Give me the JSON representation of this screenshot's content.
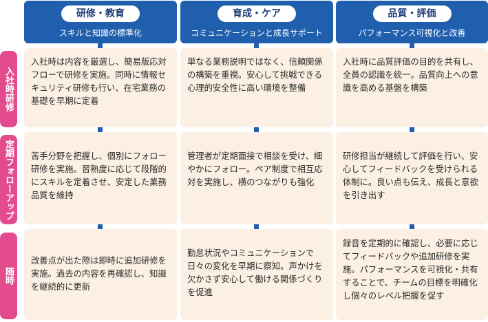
{
  "columns": [
    {
      "title": "研修・教育",
      "subtitle": "スキルと知識の標準化"
    },
    {
      "title": "育成・ケア",
      "subtitle": "コミュニケーションと成長サポート"
    },
    {
      "title": "品質・評価",
      "subtitle": "パフォーマンス可視化と改善"
    }
  ],
  "rows": [
    {
      "label": "入社時研修"
    },
    {
      "label": "定期フォローアップ"
    },
    {
      "label": "随時"
    }
  ],
  "cells": [
    [
      "入社時は内容を厳選し、簡易版応対フローで研修を実施。同時に情報セキュリティ研修も行い、在宅業務の基礎を早期に定着",
      "単なる業務説明ではなく、信頼関係の構築を重視。安心して挑戦できる心理的安全性に高い環境を整備",
      "入社時に品質評価の目的を共有し、全員の認識を統一。品質向上への意識を高める基盤を構築"
    ],
    [
      "苦手分野を把握し、個別にフォロー研修を実施。習熟度に応じて段階的にスキルを定着させ、安定した業務品質を維持",
      "管理者が定期面接で相談を受け、細やかにフォロー。ペア制度で相互応対を実施し、横のつながりも強化",
      "研修担当が継続して評価を行い、安心してフィードバックを受けられる体制に。良い点も伝え、成長と意欲を引き出す"
    ],
    [
      "改善点が出た際は即時に追加研修を実施。過去の内容を再確認し、知識を継続的に更新",
      "勤怠状況やコミュニケーションで日々の変化を早期に察知。声かけを欠かさず安心して働ける関係づくりを促進",
      "録音を定期的に確認し、必要に応じてフィードバックや追加研修を実施。パフォーマンスを可視化・共有することで、チームの目標を明確化し個々のレベル把握を促す"
    ]
  ],
  "colors": {
    "header_bg": "#1f5fae",
    "pill_text": "#1f3f78",
    "row_label_bg": "#e24b8e",
    "cell_bg": "#fbf0e3"
  }
}
